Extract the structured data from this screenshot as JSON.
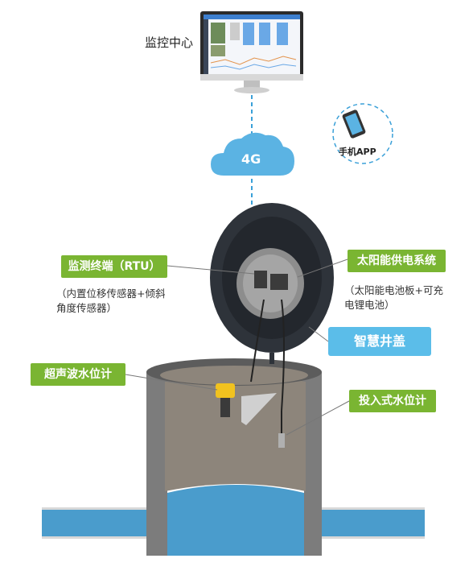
{
  "monitoring_center": "监控中心",
  "network": "4G",
  "mobile_app": "手机APP",
  "rtu_label": "监测终端（RTU）",
  "rtu_note_line1": "（内置位移传感器+倾斜",
  "rtu_note_line2": "角度传感器）",
  "solar_label": "太阳能供电系统",
  "solar_note_line1": "（太阳能电池板+可充",
  "solar_note_line2": "电锂电池）",
  "smart_cover": "智慧井盖",
  "ultrasonic_label": "超声波水位计",
  "submersible_label": "投入式水位计",
  "colors": {
    "green": "#7ab532",
    "blue_label": "#5bbde9",
    "cloud": "#5bb3e3",
    "water": "#4a9ccc",
    "dashed": "#3aa0d8"
  }
}
